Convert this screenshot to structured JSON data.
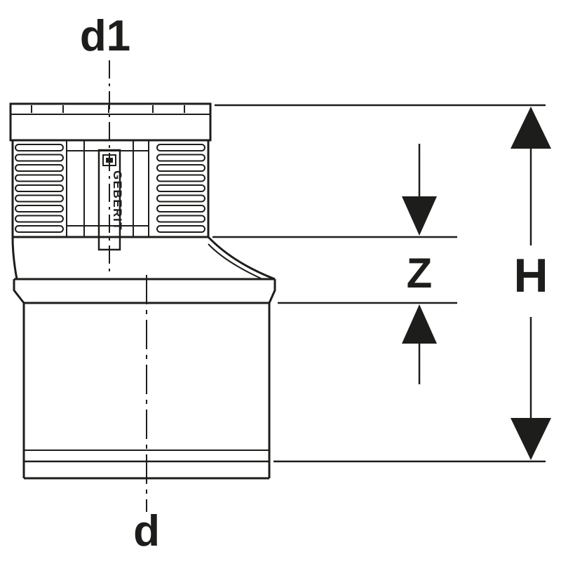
{
  "diagram": {
    "type": "technical-dimension-drawing",
    "labels": {
      "top_diameter": "d1",
      "bottom_diameter": "d",
      "insertion_depth": "Z",
      "height": "H",
      "brand": "GEBERIT"
    },
    "colors": {
      "line": "#1d1d1b",
      "background": "#ffffff"
    }
  }
}
